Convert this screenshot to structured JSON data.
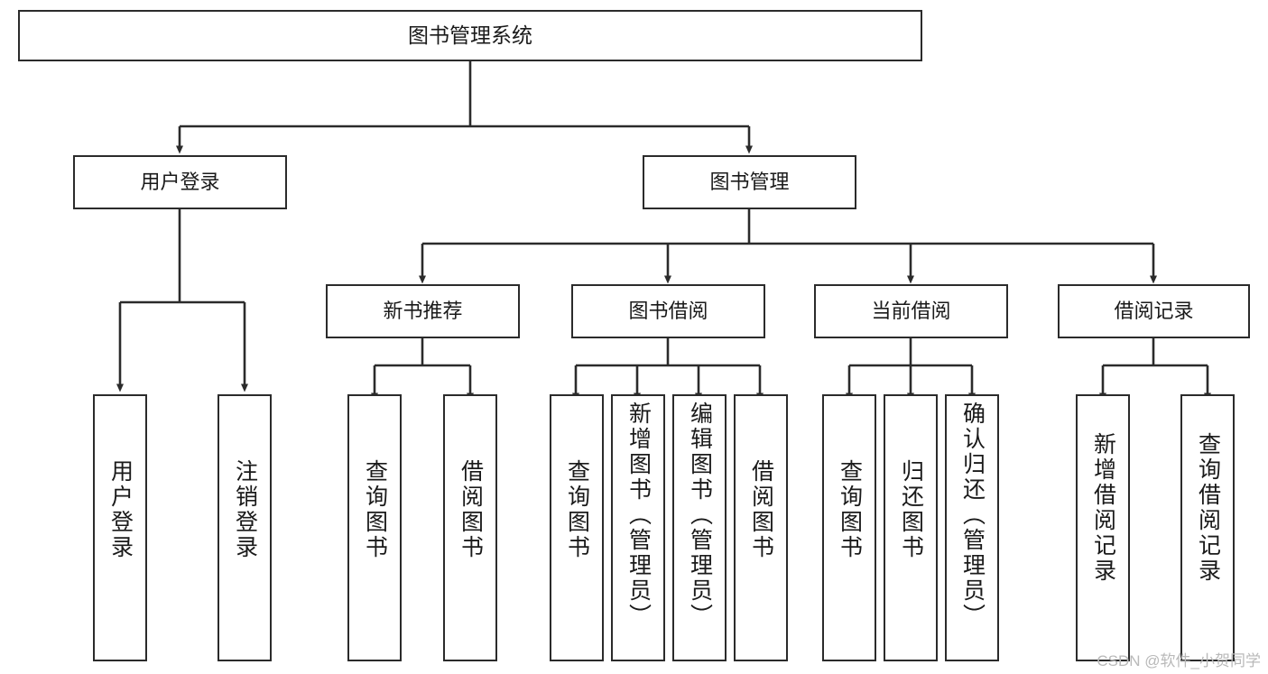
{
  "diagram": {
    "title": "图书管理系统",
    "watermark": "CSDN @软件_小贺同学",
    "stroke_color": "#2b2b2b",
    "fill_color": "#ffffff",
    "text_color": "#1a1a1a",
    "watermark_color": "#b9b9b9"
  },
  "nodes": {
    "root": {
      "label": "图书管理系统"
    },
    "level2": [
      {
        "id": "user-login",
        "label": "用户登录"
      },
      {
        "id": "book-manage",
        "label": "图书管理"
      }
    ],
    "level3": [
      {
        "id": "new-book-recommend",
        "label": "新书推荐"
      },
      {
        "id": "book-borrow",
        "label": "图书借阅"
      },
      {
        "id": "current-borrow",
        "label": "当前借阅"
      },
      {
        "id": "borrow-record",
        "label": "借阅记录"
      }
    ],
    "leaves": {
      "user_login": [
        {
          "id": "leaf-user-login",
          "label": "用户登录"
        },
        {
          "id": "leaf-logout",
          "label": "注销登录"
        }
      ],
      "new_book_recommend": [
        {
          "id": "leaf-query-book-1",
          "label": "查询图书"
        },
        {
          "id": "leaf-borrow-book-1",
          "label": "借阅图书"
        }
      ],
      "book_borrow": [
        {
          "id": "leaf-query-book-2",
          "label": "查询图书"
        },
        {
          "id": "leaf-add-book",
          "label": "新增图书（管理员）"
        },
        {
          "id": "leaf-edit-book",
          "label": "编辑图书（管理员）"
        },
        {
          "id": "leaf-borrow-book-2",
          "label": "借阅图书"
        }
      ],
      "current_borrow": [
        {
          "id": "leaf-query-book-3",
          "label": "查询图书"
        },
        {
          "id": "leaf-return-book",
          "label": "归还图书"
        },
        {
          "id": "leaf-confirm-return",
          "label": "确认归还（管理员）"
        }
      ],
      "borrow_record": [
        {
          "id": "leaf-add-record",
          "label": "新增借阅记录"
        },
        {
          "id": "leaf-query-record",
          "label": "查询借阅记录"
        }
      ]
    }
  },
  "chart_data": {
    "type": "diagram",
    "subtype": "tree / functional-structure-chart",
    "orientation": "top-down",
    "title": "图书管理系统",
    "edge_style": "orthogonal-with-arrowheads",
    "tree": {
      "label": "图书管理系统",
      "children": [
        {
          "label": "用户登录",
          "children": [
            {
              "label": "用户登录",
              "children": []
            },
            {
              "label": "注销登录",
              "children": []
            }
          ]
        },
        {
          "label": "图书管理",
          "children": [
            {
              "label": "新书推荐",
              "children": [
                {
                  "label": "查询图书",
                  "children": []
                },
                {
                  "label": "借阅图书",
                  "children": []
                }
              ]
            },
            {
              "label": "图书借阅",
              "children": [
                {
                  "label": "查询图书",
                  "children": []
                },
                {
                  "label": "新增图书（管理员）",
                  "children": []
                },
                {
                  "label": "编辑图书（管理员）",
                  "children": []
                },
                {
                  "label": "借阅图书",
                  "children": []
                }
              ]
            },
            {
              "label": "当前借阅",
              "children": [
                {
                  "label": "查询图书",
                  "children": []
                },
                {
                  "label": "归还图书",
                  "children": []
                },
                {
                  "label": "确认归还（管理员）",
                  "children": []
                }
              ]
            },
            {
              "label": "借阅记录",
              "children": [
                {
                  "label": "新增借阅记录",
                  "children": []
                },
                {
                  "label": "查询借阅记录",
                  "children": []
                }
              ]
            }
          ]
        }
      ]
    },
    "counts": {
      "levels": 4,
      "total_nodes": 20,
      "leaf_nodes": 13
    }
  }
}
